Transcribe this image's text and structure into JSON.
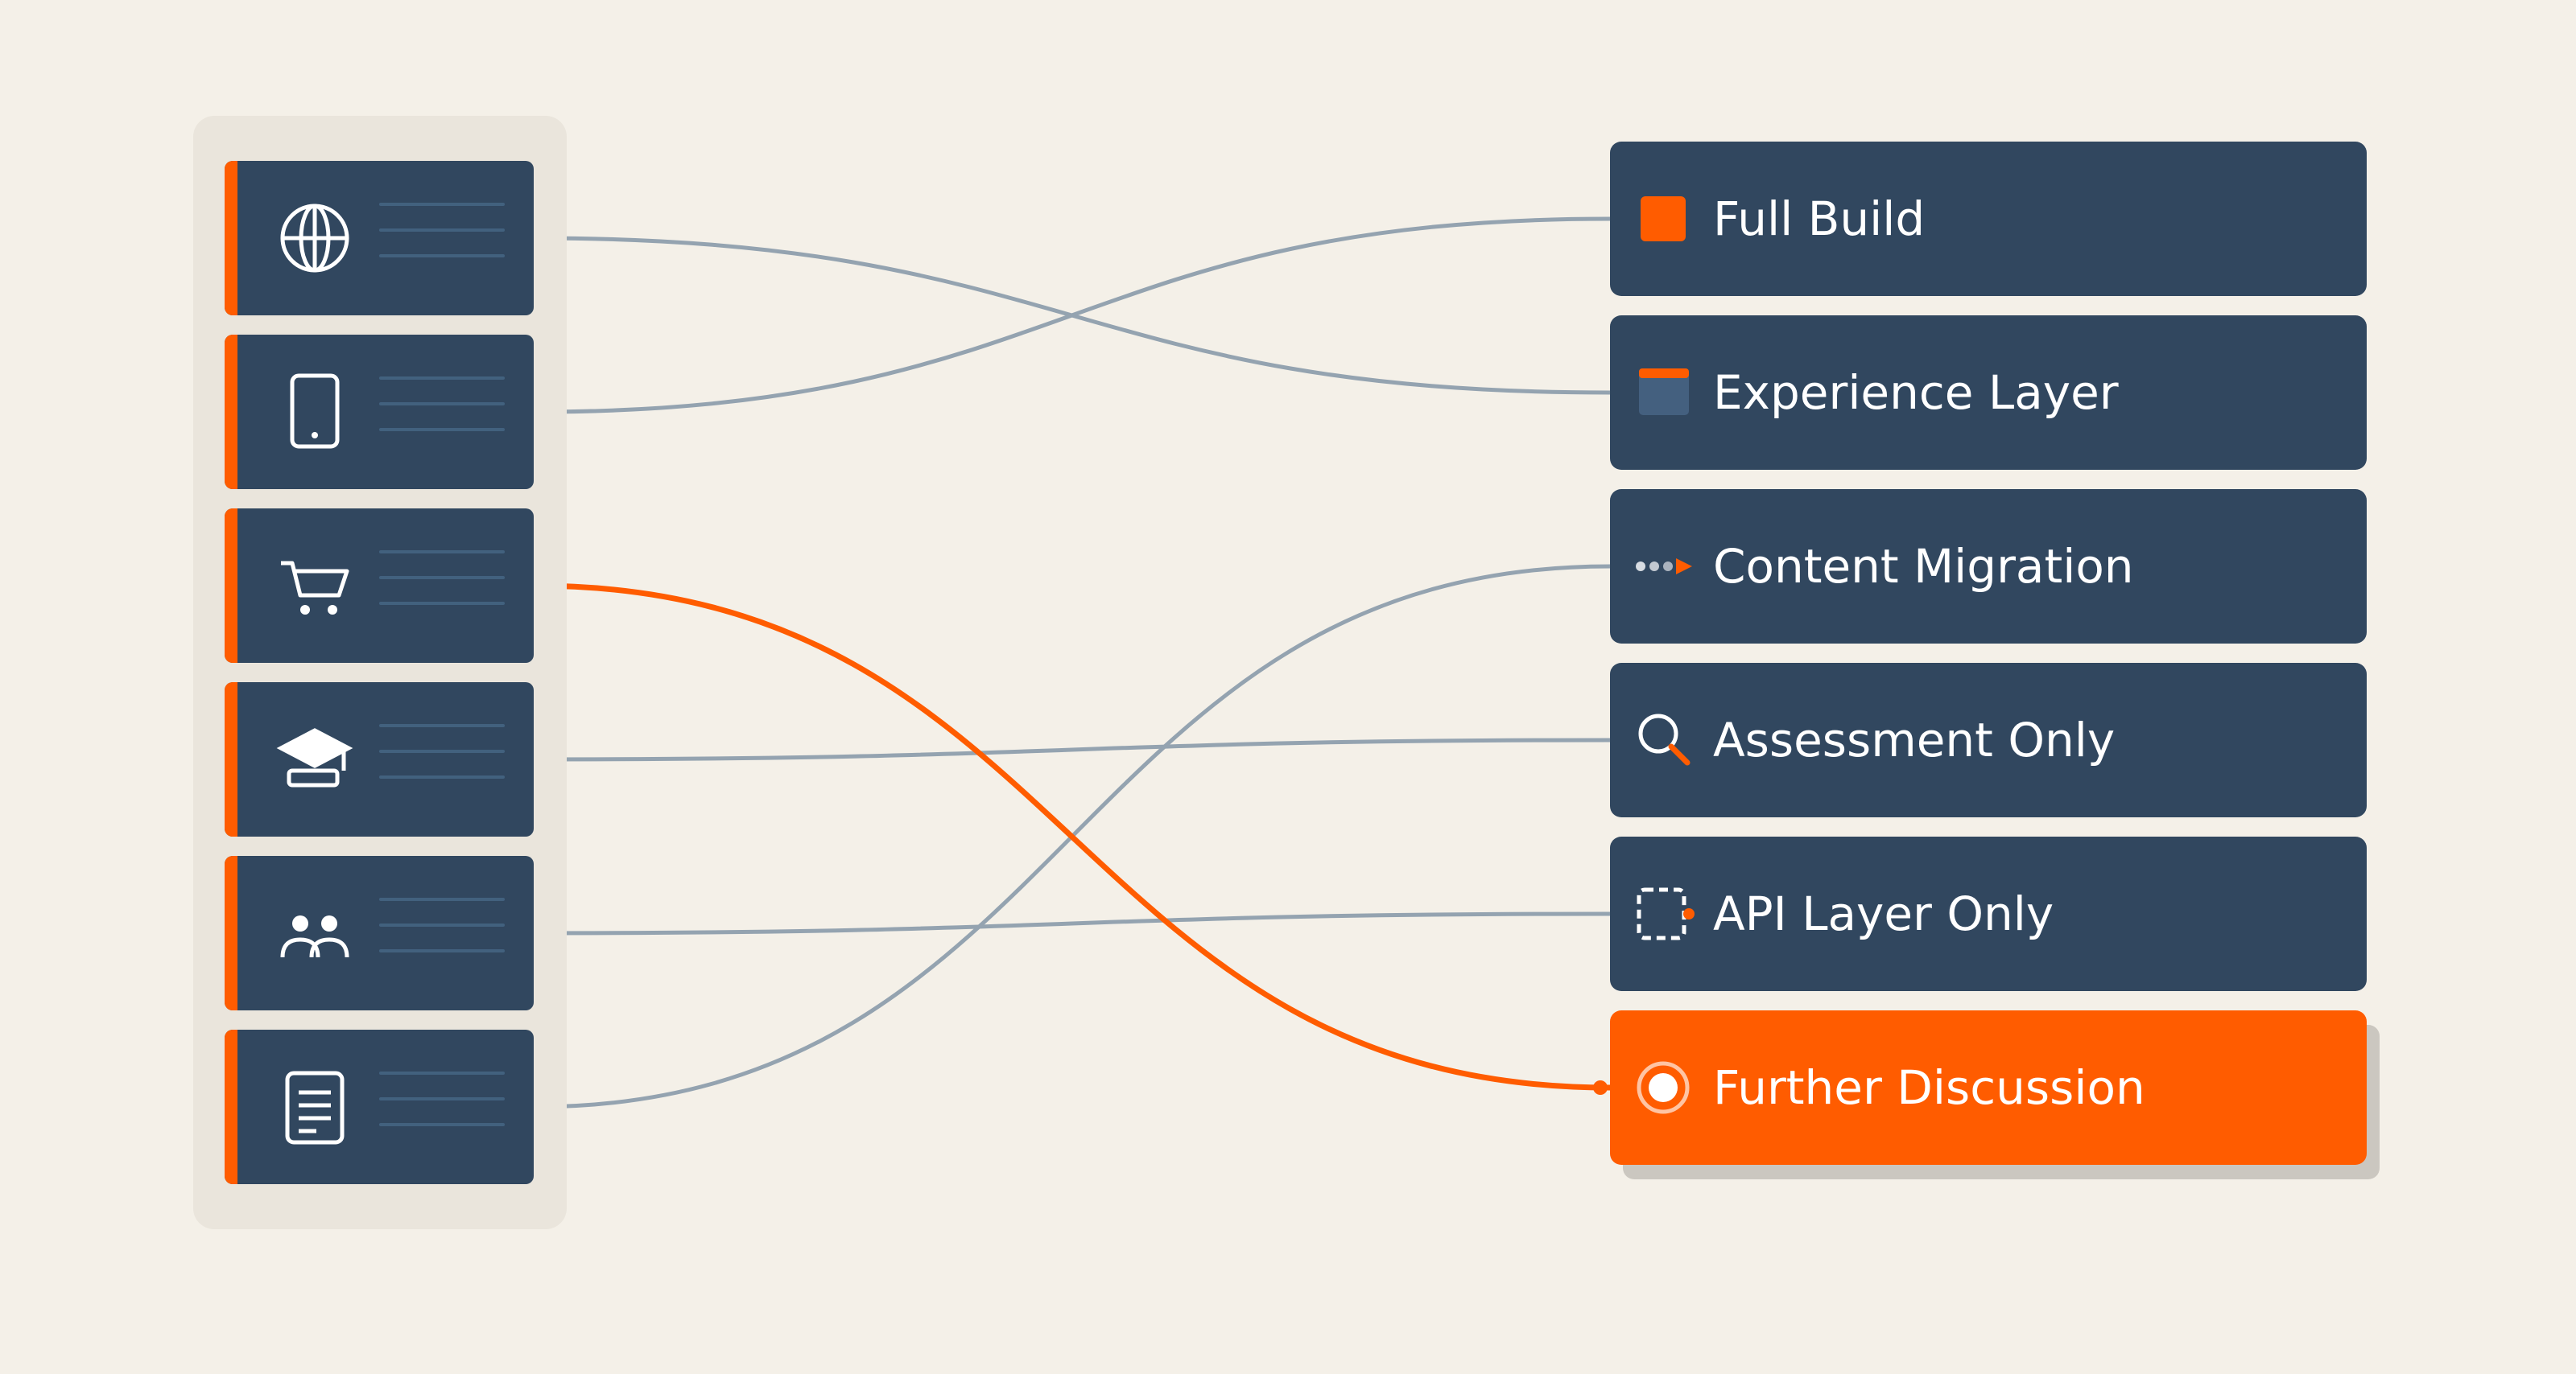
{
  "colors": {
    "background": "#f4f0e8",
    "card": "#31475f",
    "accent": "#ff5c00",
    "connector": "#94a3b0",
    "panel": "#eae5dc"
  },
  "sources": [
    {
      "icon": "globe-icon"
    },
    {
      "icon": "mobile-phone-icon"
    },
    {
      "icon": "shopping-cart-icon"
    },
    {
      "icon": "graduation-cap-icon"
    },
    {
      "icon": "people-icon"
    },
    {
      "icon": "document-icon"
    }
  ],
  "options": [
    {
      "label": "Full Build",
      "icon": "solid-square-icon"
    },
    {
      "label": "Experience Layer",
      "icon": "window-icon"
    },
    {
      "label": "Content Migration",
      "icon": "dots-arrow-icon"
    },
    {
      "label": "Assessment Only",
      "icon": "magnifier-icon"
    },
    {
      "label": "API Layer Only",
      "icon": "dashed-box-icon"
    },
    {
      "label": "Further Discussion",
      "icon": "radio-selected-icon",
      "selected": true
    }
  ],
  "connections": [
    {
      "from": 0,
      "to": 1,
      "highlight": false
    },
    {
      "from": 1,
      "to": 0,
      "highlight": false
    },
    {
      "from": 2,
      "to": 5,
      "highlight": true
    },
    {
      "from": 3,
      "to": 3,
      "highlight": false
    },
    {
      "from": 4,
      "to": 4,
      "highlight": false
    },
    {
      "from": 5,
      "to": 2,
      "highlight": false
    }
  ]
}
